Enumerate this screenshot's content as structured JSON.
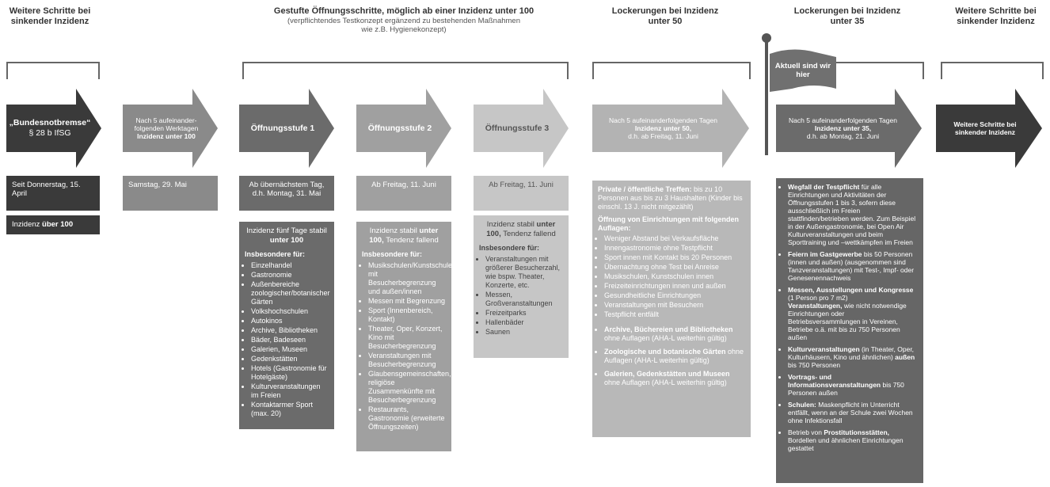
{
  "headers": {
    "left": "Weitere Schritte bei sinkender Inzidenz",
    "stufen_title": "Gestufte Öffnungsschritte, möglich ab einer Inzidenz unter 100",
    "stufen_sub1": "(verpflichtendes Testkonzept ergänzend zu bestehenden Maßnahmen",
    "stufen_sub2": "wie z.B. Hygienekonzept)",
    "lock50": "Lockerungen bei Inzidenz unter 50",
    "lock35": "Lockerungen bei Inzidenz unter 35",
    "right": "Weitere Schritte bei sinkender Inzidenz"
  },
  "flag": "Aktuell sind wir hier",
  "arrows": {
    "a1_l1": "„Bundesnotbremse“",
    "a1_l2": "§ 28 b IfSG",
    "a2": "Nach 5 aufeinander-folgenden Werktagen",
    "a2_b": "Inzidenz unter 100",
    "a3": "Öffnungsstufe 1",
    "a4": "Öffnungsstufe 2",
    "a5": "Öffnungsstufe 3",
    "a6": "Nach 5 aufeinanderfolgenden Tagen",
    "a6_b": "Inzidenz unter 50,",
    "a6_c": "d.h. ab Freitag, 11. Juni",
    "a7": "Nach 5 aufeinanderfolgenden Tagen",
    "a7_b": "Inzidenz unter 35,",
    "a7_c": "d.h. ab Montag, 21. Juni",
    "a8": "Weitere Schritte bei sinkender Inzidenz"
  },
  "dates": {
    "d1": "Seit Donnerstag, 15. April",
    "d1_b_pre": "Inzidenz ",
    "d1_b_bold": "über 100",
    "d2": "Samstag, 29. Mai",
    "d3": "Ab übernächstem Tag, d.h. Montag, 31. Mai",
    "d4": "Ab Freitag, 11. Juni",
    "d5": "Ab Freitag, 11. Juni"
  },
  "stufe1": {
    "cond_pre": "Inzidenz fünf Tage stabil ",
    "cond_bold": "unter 100",
    "heading": "Insbesondere für:",
    "items": [
      "Einzelhandel",
      "Gastronomie",
      "Außenbereiche zoologischer/botanischer Gärten",
      "Volkshochschulen",
      "Autokinos",
      "Archive, Bibliotheken",
      "Bäder, Badeseen",
      "Galerien, Museen",
      "Gedenkstätten",
      "Hotels (Gastronomie für Hotelgäste)",
      "Kulturveranstaltungen im Freien",
      "Kontaktarmer Sport (max. 20)"
    ]
  },
  "stufe2": {
    "cond_pre": "Inzidenz stabil ",
    "cond_bold": "unter 100,",
    "cond_post": " Tendenz fallend",
    "heading": "Insbesondere für:",
    "items": [
      "Musikschulen/Kunstschulen mit Besucherbegrenzung und außen/innen",
      "Messen mit Begrenzung",
      "Sport (Innenbereich, Kontakt)",
      "Theater, Oper, Konzert, Kino mit Besucherbegrenzung",
      "Veranstaltungen mit Besucherbegrenzung",
      "Glaubensgemeinschaften, religiöse Zusammenkünfte mit Besucherbegrenzung",
      "Restaurants, Gastronomie (erweiterte Öffnungszeiten)"
    ]
  },
  "stufe3": {
    "cond_pre": "Inzidenz stabil ",
    "cond_bold": "unter 100,",
    "cond_post": " Tendenz fallend",
    "heading": "Insbesondere für:",
    "items": [
      "Veranstaltungen mit größerer Besucherzahl, wie bspw. Theater, Konzerte, etc.",
      "Messen, Großveranstaltungen",
      "Freizeitparks",
      "Hallenbäder",
      "Saunen"
    ]
  },
  "lock50box": {
    "p1_bold": "Private / öffentliche Treffen:",
    "p1": "bis zu 10 Personen aus bis zu 3 Haushalten (Kinder bis einschl. 13 J. nicht mitgezählt)",
    "p2_bold": "Öffnung von Einrichtungen mit folgenden Auflagen:",
    "items": [
      "Weniger Abstand bei Verkaufsfläche",
      "Innengastronomie ohne Testpflicht",
      "Sport innen mit Kontakt bis 20 Personen",
      "Übernachtung ohne Test bei Anreise",
      "Musikschulen, Kunstschulen innen",
      "Freizeiteinrichtungen innen und außen",
      "Gesundheitliche Einrichtungen",
      "Veranstaltungen mit Besuchern",
      "Testpflicht entfällt"
    ],
    "i2_bold": "Archive, Büchereien und Bibliotheken",
    "i2": "ohne Auflagen (AHA-L weiterhin gültig)",
    "i3_bold": "Zoologische und botanische Gärten",
    "i3": "ohne Auflagen (AHA-L weiterhin gültig)",
    "i4_bold": "Galerien, Gedenkstätten und Museen",
    "i4": "ohne Auflagen (AHA-L weiterhin gültig)"
  },
  "lock35box": {
    "b1_bold": "Wegfall der Testpflicht",
    "b1": " für alle Einrichtungen und Aktivitäten der Öffnungsstufen 1 bis 3, sofern diese ausschließlich im Freien stattfinden/betrieben werden. Zum Beispiel in der Außengastronomie, bei Open Air Kulturveranstaltungen und beim Sporttraining und –wettkämpfen im Freien",
    "b2_bold": "Feiern im Gastgewerbe",
    "b2": " bis 50 Personen (innen und außen) (ausgenommen sind Tanzveranstaltungen) mit Test-, Impf- oder Genesenennachweis",
    "b3_bold": "Messen, Ausstellungen und Kongresse",
    "b3": " (1 Person pro 7 m2)",
    "b3b_bold": "Veranstaltungen,",
    "b3b": " wie nicht notwendige Einrichtungen oder Betriebsversammlungen in Vereinen, Betriebe o.ä. mit bis zu 750 Personen außen",
    "b4_bold": "Kulturveranstaltungen",
    "b4": " (in Theater, Oper, Kulturhäusern, Kino und ähnlichen) ",
    "b4_bold2": "außen",
    "b4_post": " bis 750 Personen",
    "b5_bold": "Vortrags- und Informationsveranstaltungen",
    "b5": " bis 750 Personen außen",
    "b6_bold": "Schulen:",
    "b6": " Maskenpflicht im Unterricht entfällt, wenn an der Schule zwei Wochen ohne Infektionsfall",
    "b7_pre": "Betrieb von ",
    "b7_bold": "Prostitutionsstätten,",
    "b7": " Bordellen und ähnlichen Einrichtungen gestattet"
  },
  "colors": {
    "dark": "#3a3a3a",
    "mid": "#707070",
    "light": "#9a9a9a",
    "lighter": "#b0b0b0",
    "lightest": "#c8c8c8",
    "lock50": "#b8b8b8",
    "lock35": "#666666"
  }
}
